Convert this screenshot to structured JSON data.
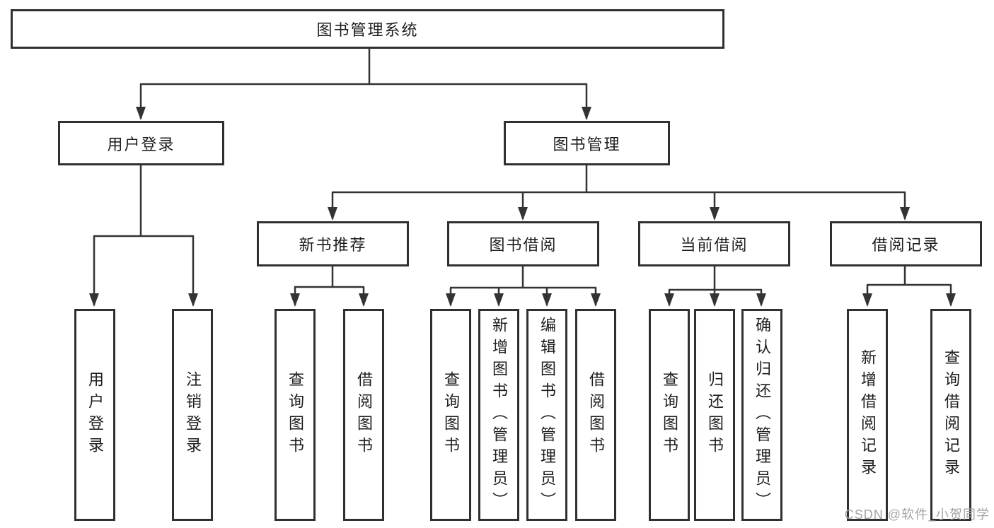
{
  "nodes": {
    "root": "图书管理系统",
    "level2": {
      "user_login": "用户登录",
      "book_mgmt": "图书管理"
    },
    "level3": {
      "new_book": "新书推荐",
      "book_borrow": "图书借阅",
      "current_borrow": "当前借阅",
      "borrow_records": "借阅记录"
    },
    "leaves": {
      "user_login": "用户登录",
      "logout": "注销登录",
      "nb_query_book": "查询图书",
      "nb_borrow_book": "借阅图书",
      "bb_query_book": "查询图书",
      "bb_add_book": "新增图书（管理员）",
      "bb_edit_book": "编辑图书（管理员）",
      "bb_borrow_book": "借阅图书",
      "cb_query_book": "查询图书",
      "cb_return_book": "归还图书",
      "cb_confirm_return": "确认归还（管理员）",
      "br_add_record": "新增借阅记录",
      "br_query_record": "查询借阅记录"
    }
  },
  "watermark": "CSDN @软件_小贺同学",
  "colors": {
    "line": "#333333",
    "box_border": "#303030",
    "text": "#1d1d1d",
    "background": "#ffffff",
    "watermark": "#a3a3a3"
  }
}
